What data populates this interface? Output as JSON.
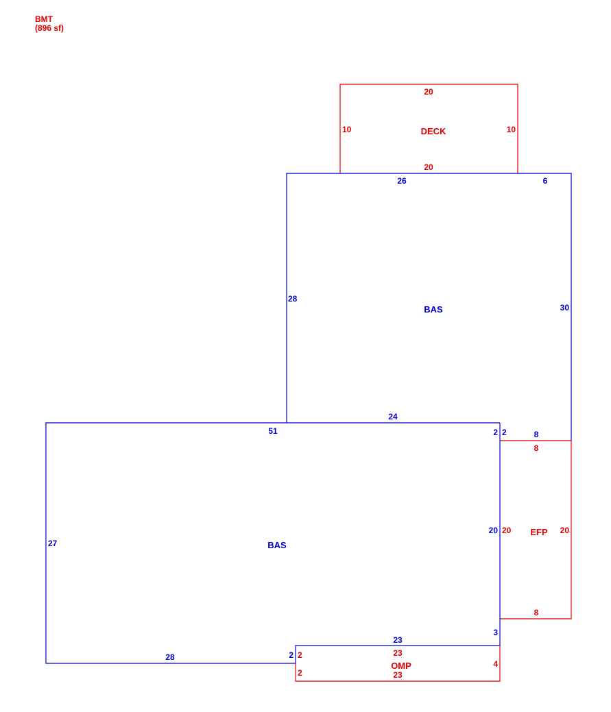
{
  "colors": {
    "primary": "#0000cc",
    "secondary": "#dd0000"
  },
  "header": {
    "code": "BMT",
    "area": "(896 sf)"
  },
  "areas": {
    "deck": "DECK",
    "bas_upper": "BAS",
    "bas_lower": "BAS",
    "efp": "EFP",
    "omp": "OMP"
  },
  "dims": {
    "deck_top": "20",
    "deck_left": "10",
    "deck_right": "10",
    "deck_bottom": "20",
    "bas_u_top_left": "26",
    "bas_u_top_right": "6",
    "bas_u_left": "28",
    "bas_u_right": "30",
    "bas_u_bottom": "24",
    "bas_l_top": "51",
    "bas_l_corner_a": "2",
    "bas_l_corner_b": "2",
    "bas_l_left": "27",
    "bas_l_right": "20",
    "bas_l_step": "3",
    "bas_l_omp_top": "23",
    "bas_l_bottom": "28",
    "bas_l_small": "2",
    "efp_top_blue": "8",
    "efp_top": "8",
    "efp_left": "20",
    "efp_right": "20",
    "efp_bottom": "8",
    "omp_top": "23",
    "omp_left_a": "2",
    "omp_left_b": "2",
    "omp_right": "4",
    "omp_bottom": "23"
  }
}
